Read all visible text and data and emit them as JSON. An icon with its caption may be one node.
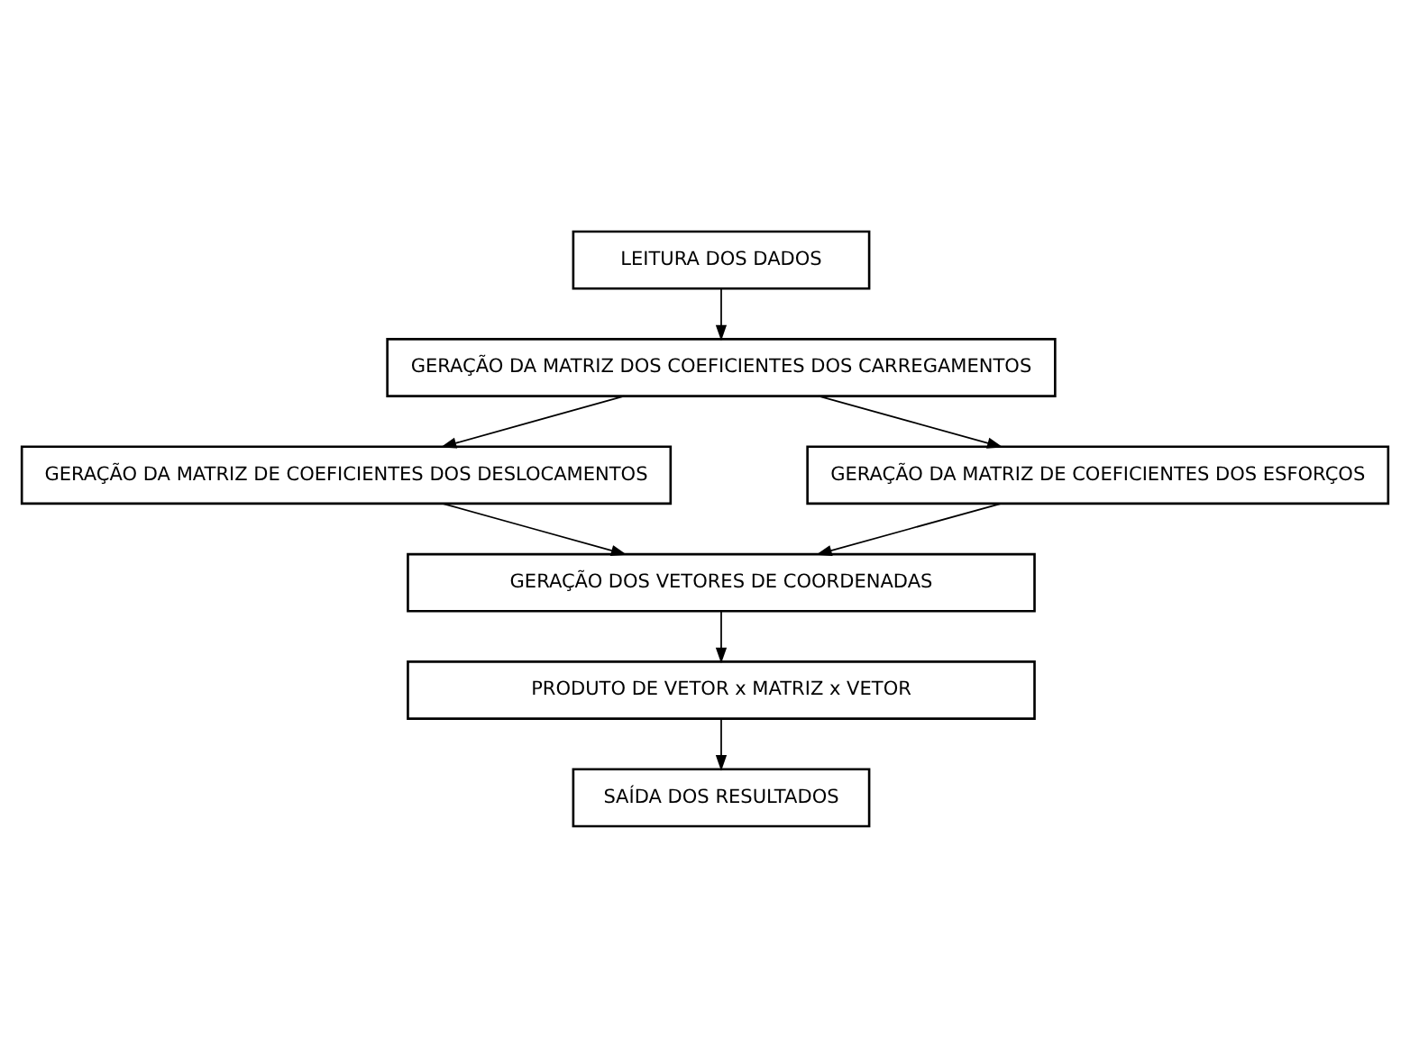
{
  "diagram": {
    "nodes": [
      {
        "text": [
          "LEITURA DOS DADOS"
        ]
      },
      {
        "text": [
          "GERAÇÃO DA MATRIZ DOS COEFICIENTES DOS CARREGAMENTOS"
        ]
      },
      {
        "text": [
          "GERAÇÃO DA MATRIZ DE COEFICIENTES DOS DESLOCAMENTOS"
        ]
      },
      {
        "text": [
          "GERAÇÃO DA MATRIZ DE COEFICIENTES DOS ESFORÇOS"
        ]
      },
      {
        "text": [
          "GERAÇÃO DOS VETORES DE COORDENADAS"
        ]
      },
      {
        "text": [
          "PRODUTO DE VETOR x MATRIZ x VETOR"
        ]
      },
      {
        "text": [
          "SAÍDA DOS RESULTADOS"
        ]
      }
    ],
    "edges": [
      {
        "from": 0,
        "to": 1,
        "arrow": "to"
      },
      {
        "from": 1,
        "to": 2,
        "arrow": "to"
      },
      {
        "from": 1,
        "to": 3,
        "arrow": "to"
      },
      {
        "from": 2,
        "to": 4,
        "arrow": "to"
      },
      {
        "from": 3,
        "to": 4,
        "arrow": "to"
      },
      {
        "from": 4,
        "to": 5,
        "arrow": "to"
      },
      {
        "from": 5,
        "to": 6,
        "arrow": "to"
      }
    ]
  }
}
